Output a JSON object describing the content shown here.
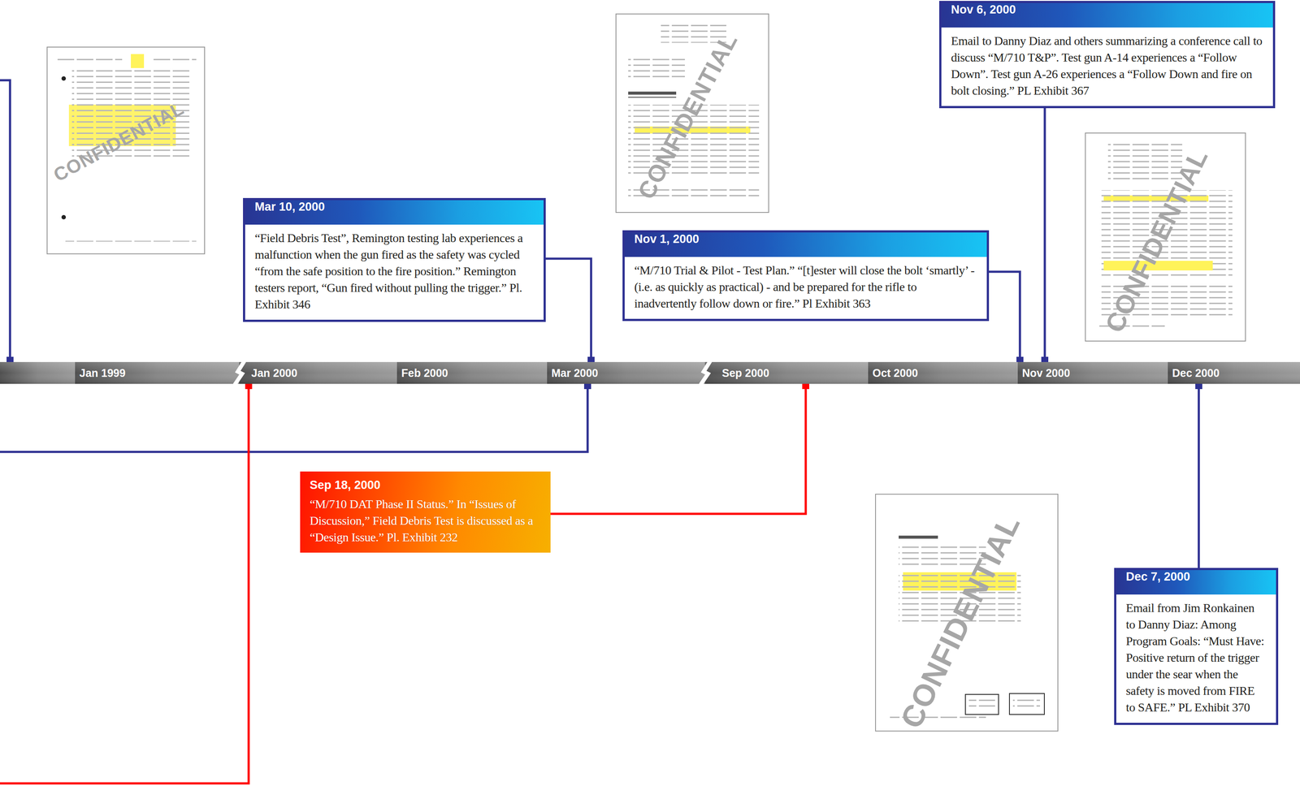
{
  "diagram": {
    "nodes": [
      {
        "text": [
          "Nov 6, 2000",
          "Email to Danny Diaz and others summarizing a conference call to discuss “M/710 T&P”. Test gun A-14 experiences a “Follow Down”. Test gun A-26 experiences a “Follow Down and fire on bolt closing.” PL Exhibit 367"
        ]
      },
      {
        "text": [
          "Mar 10, 2000",
          "“Field Debris Test”, Remington testing lab experiences a malfunction when the gun fired as the safety was cycled “from the safe position to the fire position.” Remington testers report, “Gun fired without pulling the trigger.” Pl. Exhibit 346"
        ]
      },
      {
        "text": [
          "Nov 1, 2000",
          "“M/710 Trial & Pilot - Test Plan.” “[t]ester will close the bolt ‘smartly’ - (i.e. as quickly as practical) - and be prepared for the rifle to inadvertently follow down or fire.” Pl Exhibit 363"
        ]
      },
      {
        "text": [
          "Jan 1999",
          "Jan 2000",
          "Feb 2000",
          "Mar 2000",
          "Sep 2000",
          "Oct 2000",
          "Nov 2000",
          "Dec 2000"
        ]
      },
      {
        "text": [
          "Sep 18, 2000",
          "“M/710 DAT Phase II Status.” In “Issues of Discussion,” Field Debris Test is discussed as a “Design Issue.” Pl. Exhibit 232"
        ]
      },
      {
        "text": [
          "Dec 7, 2000",
          "Email from Jim Ronkainen to Danny Diaz: Among Program Goals: “Must Have: Positive return of the trigger under the sear when the safety is moved from FIRE to SAFE.” PL Exhibit 370"
        ]
      }
    ],
    "edges": [
      {
        "from": 0,
        "to": 3,
        "arrow": "none"
      },
      {
        "from": 1,
        "to": 3,
        "arrow": "none"
      },
      {
        "from": 2,
        "to": 3,
        "arrow": "none"
      },
      {
        "from": 4,
        "to": 3,
        "arrow": "none"
      },
      {
        "from": 5,
        "to": 3,
        "arrow": "none"
      }
    ],
    "labels": [
      "CONFIDENTIAL",
      "CONFIDENTIAL",
      "CONFIDENTIAL",
      "CONFIDENTIAL"
    ]
  }
}
